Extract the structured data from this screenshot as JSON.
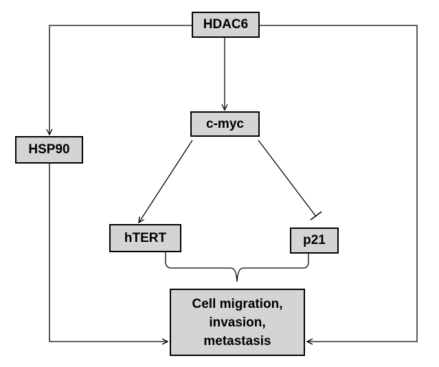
{
  "diagram": {
    "nodes": {
      "hdac6": {
        "label": "HDAC6"
      },
      "cmyc": {
        "label": "c-myc"
      },
      "hsp90": {
        "label": "HSP90"
      },
      "htert": {
        "label": "hTERT"
      },
      "p21": {
        "label": "p21"
      },
      "outcome": {
        "lines": [
          "Cell migration,",
          "invasion,",
          "metastasis"
        ]
      }
    },
    "edges": [
      {
        "from": "HDAC6",
        "to": "c-myc",
        "type": "activation"
      },
      {
        "from": "HDAC6",
        "to": "HSP90",
        "type": "activation"
      },
      {
        "from": "HDAC6",
        "to": "Cell migration, invasion, metastasis",
        "type": "activation"
      },
      {
        "from": "HSP90",
        "to": "Cell migration, invasion, metastasis",
        "type": "activation"
      },
      {
        "from": "c-myc",
        "to": "hTERT",
        "type": "activation"
      },
      {
        "from": "c-myc",
        "to": "p21",
        "type": "inhibition"
      },
      {
        "from": "hTERT + p21",
        "to": "Cell migration, invasion, metastasis",
        "type": "brace"
      }
    ],
    "colors": {
      "node_fill": "#d4d4d4",
      "stroke": "#000000",
      "background": "#ffffff"
    }
  }
}
